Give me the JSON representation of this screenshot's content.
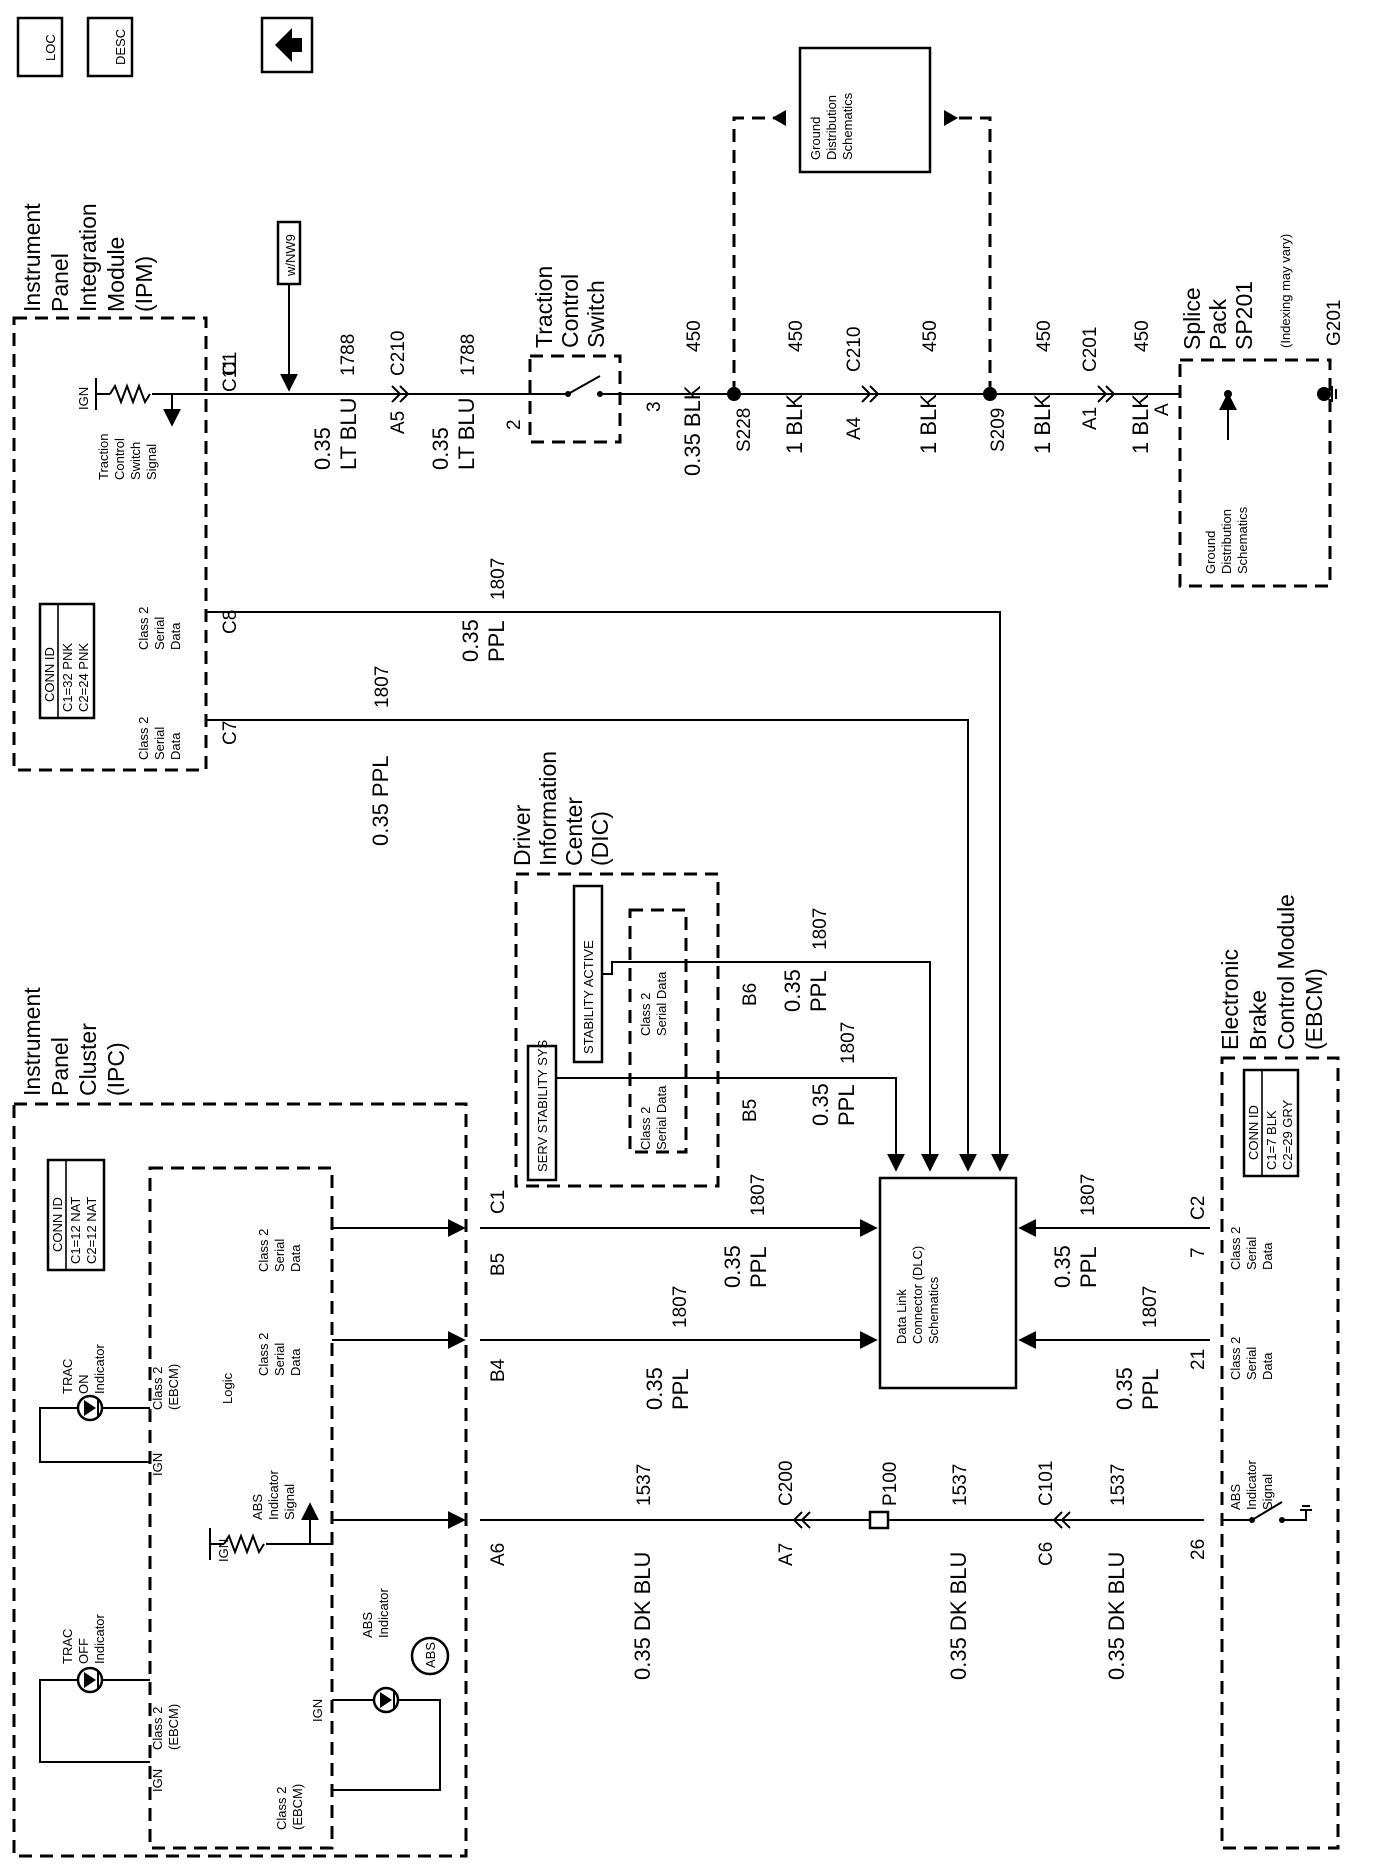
{
  "header_icons": {
    "loc": "LOC",
    "desc": "DESC",
    "down_arrow": "down-arrow-icon"
  },
  "ipm": {
    "title": [
      "Instrument",
      "Panel",
      "Integration",
      "Module",
      "(IPM)"
    ],
    "ign": "IGN",
    "tcs_signal": [
      "Traction",
      "Control",
      "Switch",
      "Signal"
    ],
    "class2_a": [
      "Class 2",
      "Serial",
      "Data"
    ],
    "class2_b": [
      "Class 2",
      "Serial",
      "Data"
    ],
    "conn_id": "CONN ID",
    "conn_c1": "C1=32 PNK",
    "conn_c2": "C2=24 PNK",
    "pin_c11": "C11",
    "pin_c1": "C1",
    "pin_c8": "C8",
    "pin_c7": "C7"
  },
  "wire_1788": {
    "gauge1": "0.35",
    "color1": "LT BLU",
    "circuit": "1788",
    "opt": "w/NW9",
    "c210": "C210",
    "a5": "A5"
  },
  "tcs_switch": {
    "title": [
      "Traction",
      "Control",
      "Switch"
    ],
    "pin2": "2",
    "pin3": "3"
  },
  "ground_top": {
    "box": [
      "Ground",
      "Distribution",
      "Schematics"
    ]
  },
  "wire_450": {
    "w1_gauge": "0.35 BLK",
    "circuit": "450",
    "s228": "S228",
    "w2_gauge": "1 BLK",
    "a4": "A4",
    "c210": "C210",
    "w3_gauge": "1 BLK",
    "s209": "S209",
    "w4_gauge": "1 BLK",
    "a1": "A1",
    "c201": "C201",
    "w5_gauge": "1 BLK",
    "pin_a": "A"
  },
  "splice_pack": {
    "title": [
      "Splice",
      "Pack",
      "SP201"
    ],
    "note": "(Indexing may vary)",
    "g201": "G201",
    "ground_box": [
      "Ground",
      "Distribution",
      "Schematics"
    ]
  },
  "wire_1807_ipm": {
    "gauge_a": "0.35",
    "color_a": "PPL",
    "circuit": "1807",
    "gauge_b": "0.35 PPL"
  },
  "dic": {
    "title": [
      "Driver",
      "Information",
      "Center",
      "(DIC)"
    ],
    "stability_active": "STABILITY ACTIVE",
    "serv_stability": "SERV STABILITY SYS",
    "class2_a": [
      "Class 2",
      "Serial Data"
    ],
    "class2_b": [
      "Class 2",
      "Serial Data"
    ],
    "pin_b6": "B6",
    "pin_b5": "B5",
    "gauge": "0.35",
    "color": "PPL",
    "circuit": "1807"
  },
  "dlc": {
    "box": [
      "Data Link",
      "Connector (DLC)",
      "Schematics"
    ]
  },
  "ipc": {
    "title": [
      "Instrument",
      "Panel",
      "Cluster",
      "(IPC)"
    ],
    "conn_id": "CONN ID",
    "conn_c1": "C1=12 NAT",
    "conn_c2": "C2=12 NAT",
    "trac_on": [
      "TRAC",
      "ON",
      "Indicator"
    ],
    "trac_off": [
      "TRAC",
      "OFF",
      "Indicator"
    ],
    "abs_ind": [
      "ABS",
      "Indicator"
    ],
    "abs_badge": "ABS",
    "class2_ebcm": [
      "Class 2",
      "(EBCM)"
    ],
    "ign": "IGN",
    "logic": "Logic",
    "abs_signal": [
      "ABS",
      "Indicator",
      "Signal"
    ],
    "class2_serial": [
      "Class 2",
      "Serial",
      "Data"
    ],
    "pin_c1": "C1",
    "pin_b5": "B5",
    "pin_b4": "B4",
    "pin_a6": "A6"
  },
  "wire_ipc_1807": {
    "gauge": "0.35",
    "color": "PPL",
    "circuit": "1807"
  },
  "wire_1537": {
    "gauge": "0.35 DK BLU",
    "circuit": "1537",
    "c200": "C200",
    "a7": "A7",
    "p100": "P100",
    "c101": "C101",
    "c6": "C6"
  },
  "ebcm": {
    "title": [
      "Electronic",
      "Brake",
      "Control Module",
      "(EBCM)"
    ],
    "conn_id": "CONN ID",
    "conn_c1": "C1=7 BLK",
    "conn_c2": "C2=29 GRY",
    "class2_serial": [
      "Class 2",
      "Serial",
      "Data"
    ],
    "abs_signal": [
      "ABS",
      "Indicator",
      "Signal"
    ],
    "pin_c2": "C2",
    "pin_7": "7",
    "pin_21": "21",
    "pin_26": "26"
  }
}
